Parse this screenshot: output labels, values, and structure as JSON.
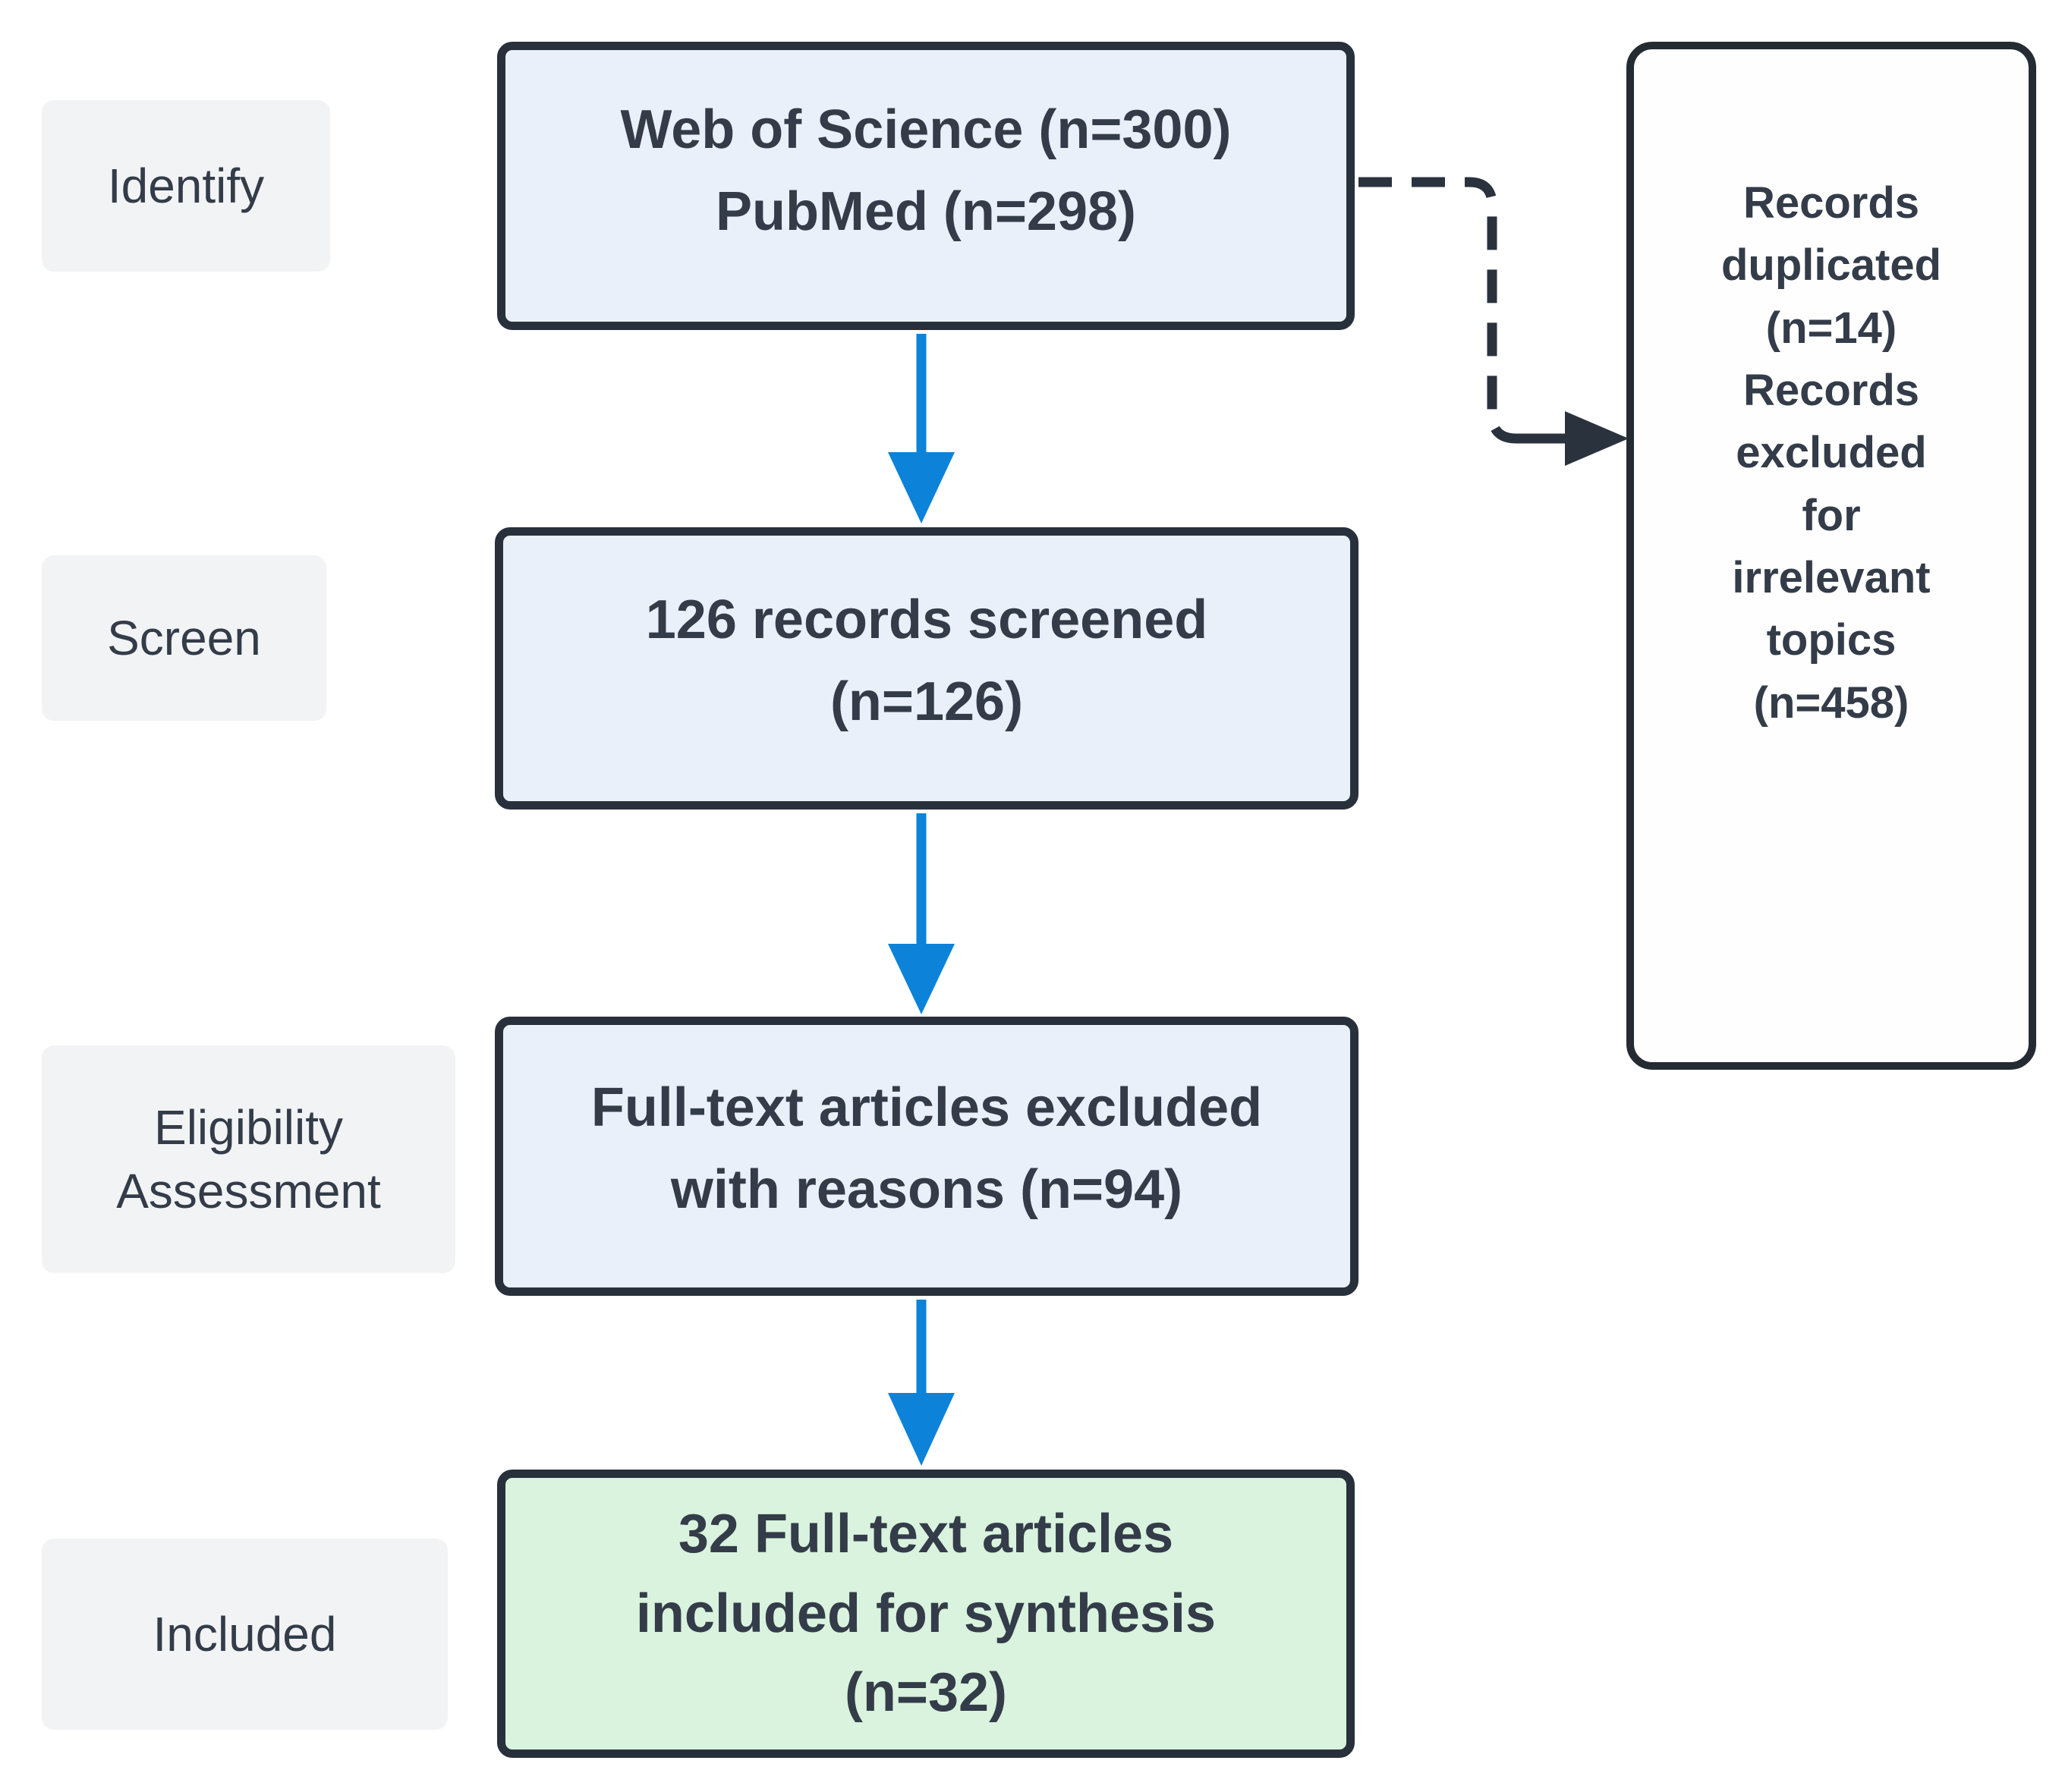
{
  "diagram": {
    "type": "prisma-flow",
    "stages": [
      {
        "id": "identify",
        "label": "Identify"
      },
      {
        "id": "screen",
        "label": "Screen"
      },
      {
        "id": "eligibility",
        "label": "Eligibility\nAssessment"
      },
      {
        "id": "included",
        "label": "Included"
      }
    ],
    "boxes": {
      "identification": {
        "text": "Web of Science (n=300)\nPubMed (n=298)"
      },
      "screening": {
        "text": "126 records screened\n(n=126)"
      },
      "eligibility": {
        "text": "Full-text articles excluded\nwith reasons  (n=94)"
      },
      "included": {
        "text": "32 Full-text articles\nincluded for synthesis\n(n=32)"
      },
      "exclusion": {
        "text": "Records\nduplicated\n(n=14)\nRecords\nexcluded\nfor\nirrelevant\ntopics\n(n=458)"
      }
    },
    "values": {
      "web_of_science": 300,
      "pubmed": 298,
      "records_screened": 126,
      "records_duplicated": 14,
      "records_excluded_irrelevant": 458,
      "fulltext_excluded_with_reasons": 94,
      "included_for_synthesis": 32
    }
  },
  "colors": {
    "accent_blue": "#0c82d9",
    "box_fill": "#e9f0fa",
    "green_fill": "#d9f3de",
    "border_dark": "#27303b",
    "connector_dark": "#2a323d",
    "label_fill": "#f2f3f5",
    "text_dark": "#333c48",
    "exclusion_fill": "#fefefe",
    "exclusion_border": "#242b33"
  }
}
